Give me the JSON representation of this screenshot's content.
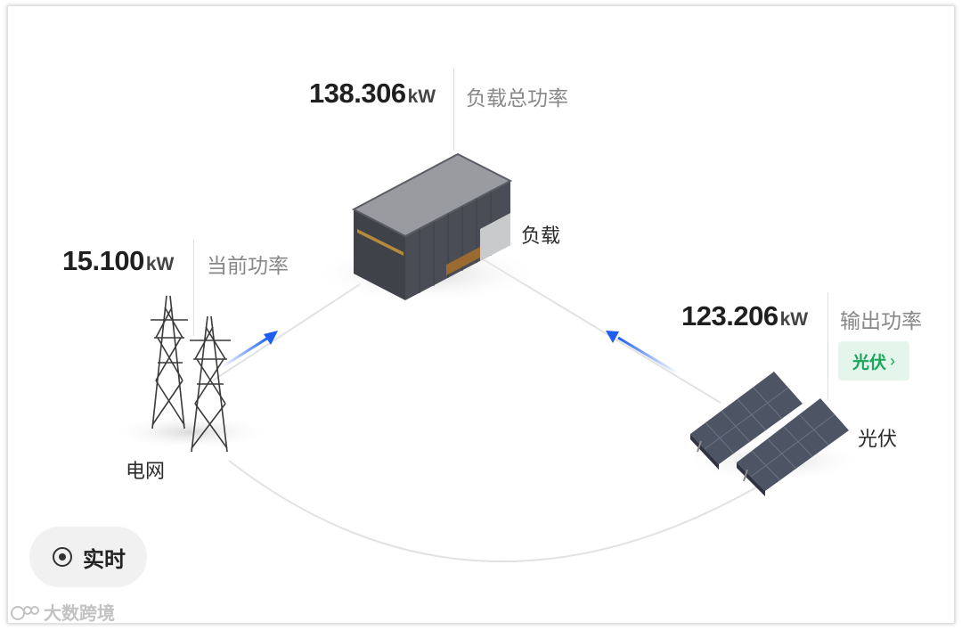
{
  "load": {
    "value": "138.306",
    "unit": "kW",
    "metric_label": "负载总功率",
    "node_label": "负载"
  },
  "grid": {
    "value": "15.100",
    "unit": "kW",
    "metric_label": "当前功率",
    "node_label": "电网"
  },
  "pv": {
    "value": "123.206",
    "unit": "kW",
    "metric_label": "输出功率",
    "tag_label": "光伏",
    "tag_chevron": "›",
    "node_label": "光伏"
  },
  "mode": {
    "label": "实时"
  },
  "watermark": {
    "text": "大数跨境"
  },
  "colors": {
    "arrow": "#1e5ef0",
    "pv_tag_bg": "#e4f6ec",
    "pv_tag_text": "#19a65a"
  }
}
